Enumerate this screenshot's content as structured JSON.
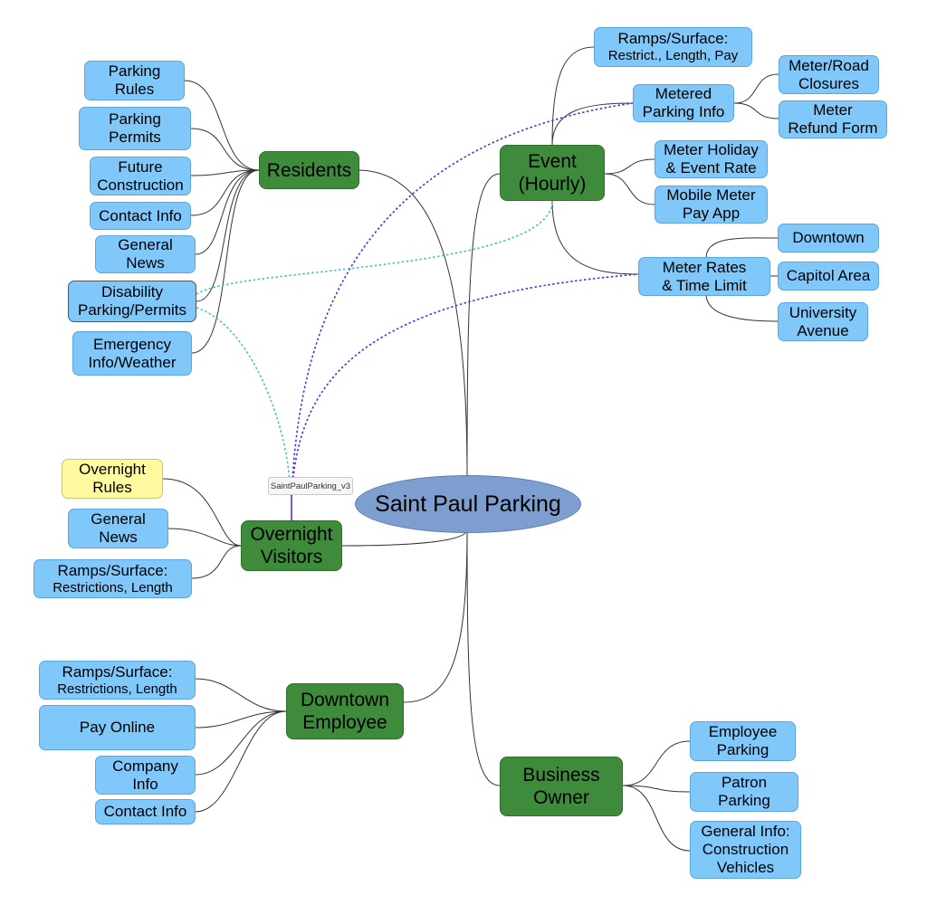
{
  "root": {
    "label": "Saint Paul Parking"
  },
  "tooltip": "SaintPaulParking_v3",
  "hubs": {
    "residents": "Residents",
    "event": "Event\n(Hourly)",
    "overnight": "Overnight\nVisitors",
    "downtown_employee": "Downtown\nEmployee",
    "business_owner": "Business\nOwner"
  },
  "residents_children": [
    "Parking\nRules",
    "Parking\nPermits",
    "Future\nConstruction",
    "Contact Info",
    "General\nNews",
    "Disability\nParking/Permits",
    "Emergency\nInfo/Weather"
  ],
  "event_children": {
    "ramps_surface": {
      "line1": "Ramps/Surface:",
      "line2": "Restrict., Length, Pay"
    },
    "metered_parking": "Metered\nParking Info",
    "meter_holiday": "Meter Holiday\n& Event Rate",
    "mobile_meter": "Mobile Meter\nPay App",
    "meter_rates": "Meter Rates\n& Time Limit"
  },
  "metered_children": [
    "Meter/Road\nClosures",
    "Meter\nRefund Form"
  ],
  "meter_rates_children": [
    "Downtown",
    "Capitol Area",
    "University\nAvenue"
  ],
  "overnight_children": {
    "rules": "Overnight\nRules",
    "news": "General\nNews",
    "ramps": {
      "line1": "Ramps/Surface:",
      "line2": "Restrictions, Length"
    }
  },
  "downtown_children": {
    "ramps": {
      "line1": "Ramps/Surface:",
      "line2": "Restrictions, Length"
    },
    "pay_online": "Pay Online",
    "company_info": "Company\nInfo",
    "contact_info": "Contact Info"
  },
  "business_children": [
    "Employee\nParking",
    "Patron\nParking",
    "General Info:\nConstruction\nVehicles"
  ],
  "colors": {
    "leaf": "#81c8fa",
    "hub": "#3e8b3c",
    "root": "#7e9ecf",
    "highlight": "#fdfaa0",
    "link": "#333333",
    "cross_link_purple": "#5a2bd6",
    "cross_link_teal": "#48c0c8"
  }
}
